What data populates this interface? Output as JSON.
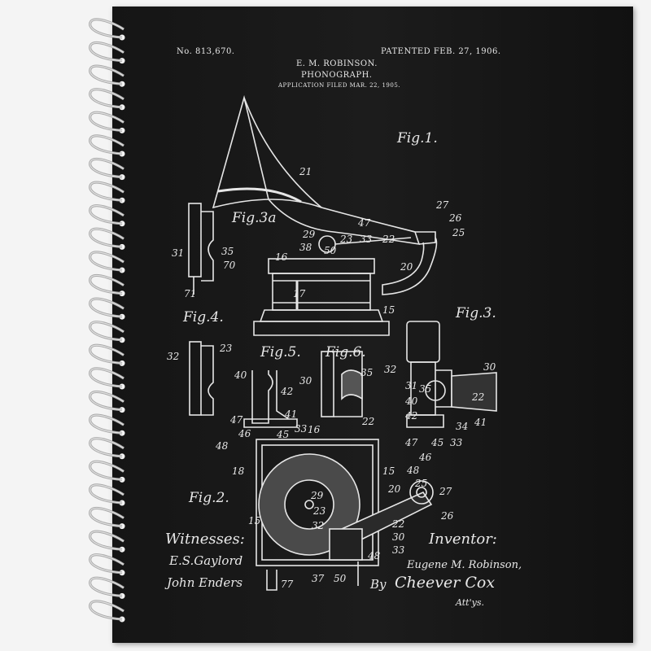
{
  "patent": {
    "number": "No. 813,670.",
    "date": "PATENTED FEB. 27, 1906.",
    "inventor_name": "E. M. ROBINSON.",
    "title": "PHONOGRAPH.",
    "filed": "APPLICATION FILED MAR. 22, 1905."
  },
  "figures": {
    "fig1": "Fig.1.",
    "fig3a": "Fig.3a",
    "fig4": "Fig.4.",
    "fig5": "Fig.5.",
    "fig6": "Fig.6.",
    "fig3": "Fig.3.",
    "fig2": "Fig.2."
  },
  "numerals": [
    "21",
    "27",
    "26",
    "25",
    "29",
    "47",
    "23",
    "33",
    "22",
    "38",
    "50",
    "16",
    "20",
    "31",
    "35",
    "70",
    "17",
    "15",
    "71",
    "32",
    "23",
    "40",
    "42",
    "30",
    "35",
    "22",
    "41",
    "33",
    "47",
    "46",
    "45",
    "48",
    "30",
    "35",
    "22",
    "32",
    "31",
    "40",
    "42",
    "47",
    "46",
    "45",
    "33",
    "34",
    "41",
    "48",
    "16",
    "18",
    "15",
    "20",
    "25",
    "27",
    "26",
    "29",
    "23",
    "32",
    "22",
    "30",
    "33",
    "48",
    "15",
    "77",
    "37",
    "50"
  ],
  "signatures": {
    "witnesses_label": "Witnesses:",
    "witness_1": "E.S.Gaylord",
    "witness_2": "John Enders",
    "inventor_label": "Inventor:",
    "inventor_signature": "Eugene M. Robinson,",
    "by": "By",
    "attorney": "Cheever Cox",
    "attys": "Att'ys."
  },
  "colors": {
    "cover": "#161616",
    "ink": "#e8e8e8",
    "spiral": "#b8b8b8",
    "background": "#f4f4f4"
  }
}
